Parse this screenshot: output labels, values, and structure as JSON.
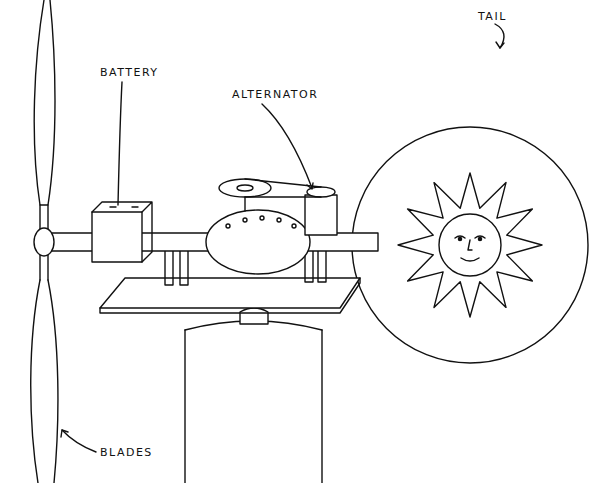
{
  "diagram": {
    "labels": [
      "TAIL",
      "BATTERY",
      "ALTERNATOR",
      "BLADES"
    ]
  }
}
